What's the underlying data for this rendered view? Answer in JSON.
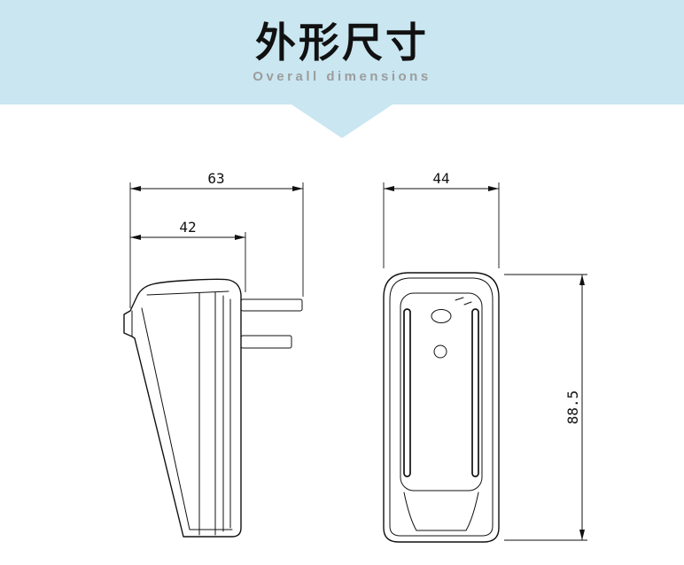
{
  "header": {
    "title": "外形尺寸",
    "subtitle": "Overall dimensions"
  },
  "drawing": {
    "side_view": {
      "dim_total_width": "63",
      "dim_body_width": "42"
    },
    "front_view": {
      "dim_width": "44",
      "dim_height": "88.5"
    }
  },
  "colors": {
    "header_bg": "#c9e6f1",
    "line": "#111111",
    "title_text": "#111111",
    "subtitle_text": "#9c9c9c"
  }
}
